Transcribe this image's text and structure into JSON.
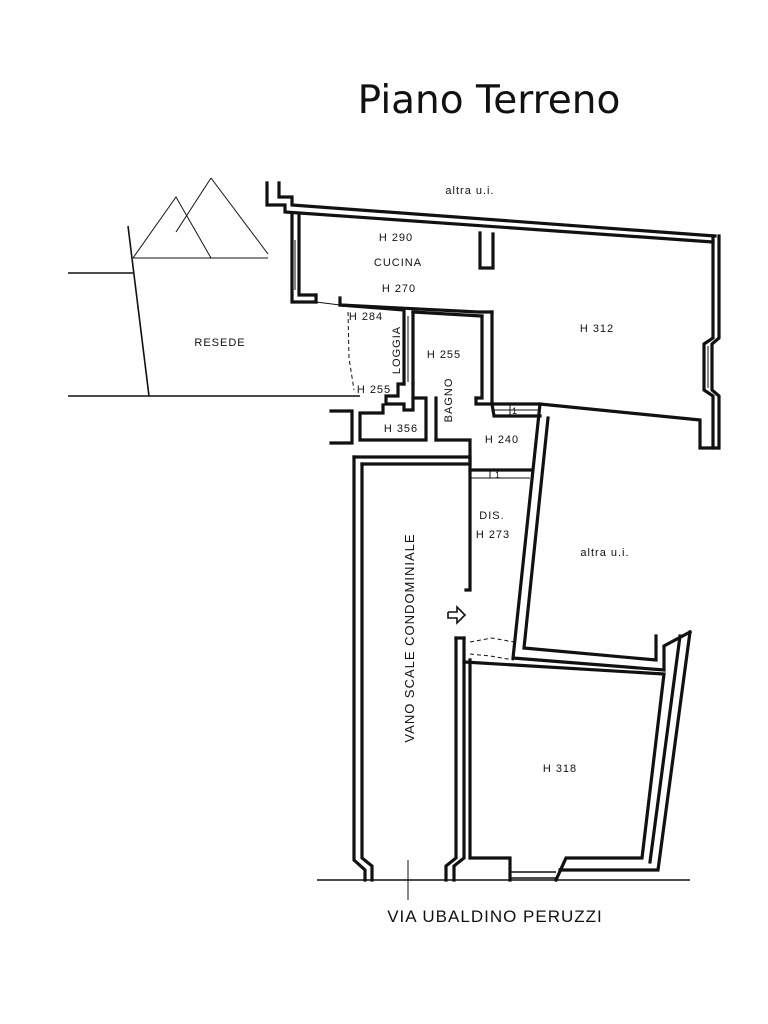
{
  "title": "Piano Terreno",
  "street": "VIA UBALDINO PERUZZI",
  "labels": {
    "altra_top": "altra u.i.",
    "h290": "H 290",
    "cucina": "CUCINA",
    "h270": "H 270",
    "h284": "H 284",
    "loggia": "LOGGIA",
    "h255_bagno": "H 255",
    "h255_loggia": "H 255",
    "bagno": "BAGNO",
    "h312": "H 312",
    "resede": "RESEDE",
    "h356": "H 356",
    "h240": "H 240",
    "step1": "1",
    "step2": "1",
    "dis": "DIS.",
    "h273": "H 273",
    "altra_right": "altra u.i.",
    "vano": "VANO SCALE CONDOMINIALE",
    "h318": "H 318"
  }
}
